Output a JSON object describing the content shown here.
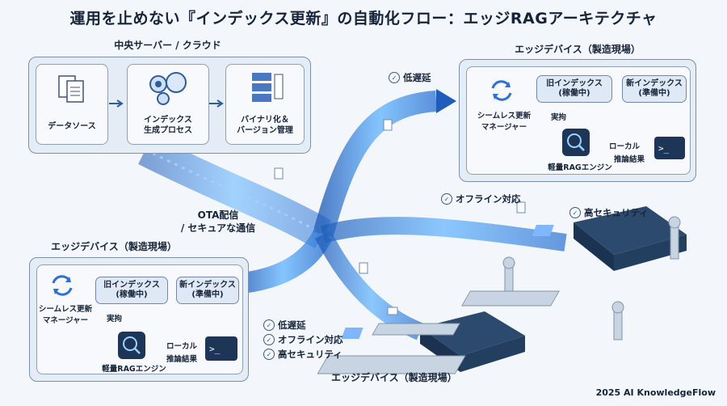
{
  "title": "運用を止めない『インデックス更新』の自動化フロー：エッジRAGアーキテクチャ",
  "central": {
    "title": "中央サーバー / クラウド",
    "data_source": "データソース",
    "index_gen": "インデックス\n生成プロセス",
    "binary": "バイナリ化＆\nバージョン管理"
  },
  "ota_label": "OTA配信\n/ セキュアな通信",
  "edge_top": {
    "title": "エッジデバイス（製造現場）",
    "seamless": "シームレス更新\nマネージャー",
    "old_index": "旧インデックス\n(稼働中)",
    "new_index": "新インデックス\n(準備中)",
    "query": "実拘",
    "local": "ローカル",
    "result": "推論結果",
    "engine": "軽量RAGエンジン",
    "terminal": ">_"
  },
  "edge_left": {
    "title": "エッジデバイス（製造現場）",
    "seamless": "シームレス更新\nマネージャー",
    "old_index": "旧インデックス\n(稼働中)",
    "new_index": "新インデックス\n(準備中)",
    "query": "実拘",
    "local": "ローカル",
    "result": "推論結果",
    "engine": "軽量RAGエンジン",
    "terminal": ">_"
  },
  "edge_bottom_title": "エッジデバイス（製造現場）",
  "checks_route": [
    "低遅延",
    "オフライン対応",
    "高セキュリティ"
  ],
  "checks_list": [
    "低遅延",
    "オフライン対応",
    "高セキュリティ"
  ],
  "footer": "2025 AI KnowledgeFlow",
  "colors": {
    "accent": "#2f6fd6",
    "flow": "#3d8df0",
    "panel": "#e4ecf6",
    "dark": "#1d3556"
  }
}
